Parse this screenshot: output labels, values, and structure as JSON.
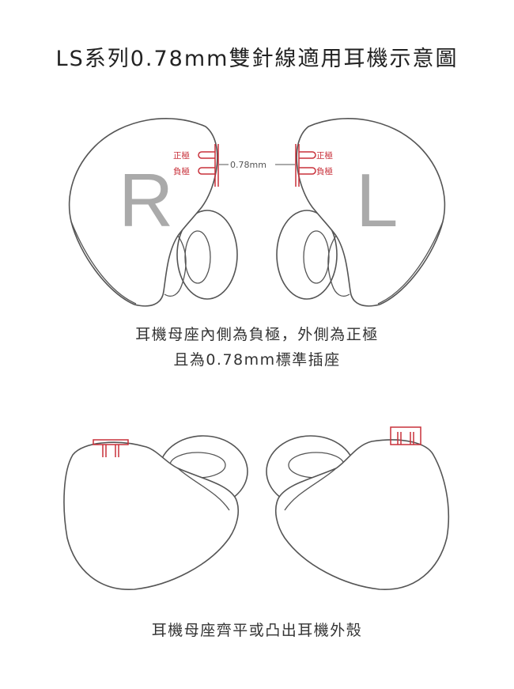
{
  "title": "LS系列0.78mm雙針線適用耳機示意圖",
  "top_view": {
    "right_letter": "R",
    "left_letter": "L",
    "positive_label": "正極",
    "negative_label": "負極",
    "spacing_label": "0.78mm"
  },
  "caption_top_line1": "耳機母座內側為負極，外側為正極",
  "caption_top_line2": "且為0.78mm標準插座",
  "caption_bottom": "耳機母座齊平或凸出耳機外殼",
  "colors": {
    "accent": "#c8303a",
    "outline": "#555555",
    "letter": "#aaaaaa"
  }
}
